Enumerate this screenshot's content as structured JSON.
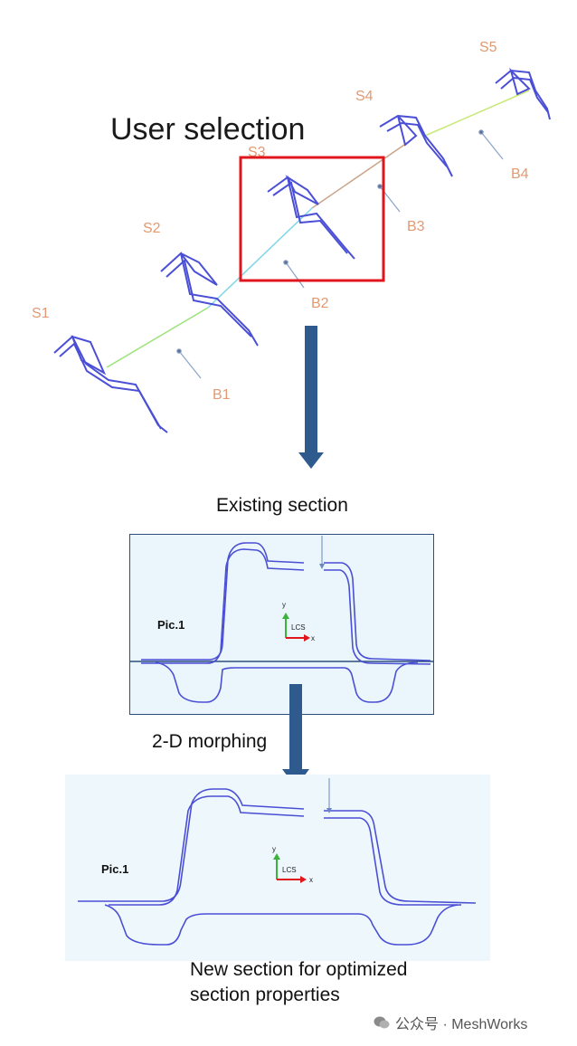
{
  "title": "User selection",
  "sections": [
    "S1",
    "S2",
    "S3",
    "S4",
    "S5"
  ],
  "beams": [
    "B1",
    "B2",
    "B3",
    "B4"
  ],
  "existing_label": "Existing section",
  "pic_label": "Pic.1",
  "lcs_label": "LCS",
  "axis_y": "y",
  "axis_x": "x",
  "morph_label": "2-D morphing",
  "new_section_line1": "New section for optimized",
  "new_section_line2": "section properties",
  "watermark": "公众号 · MeshWorks",
  "colors": {
    "profile": "#4b4fd6",
    "highlight": "#e0161c",
    "arrow": "#2f5a8e",
    "label": "#e39a72"
  }
}
